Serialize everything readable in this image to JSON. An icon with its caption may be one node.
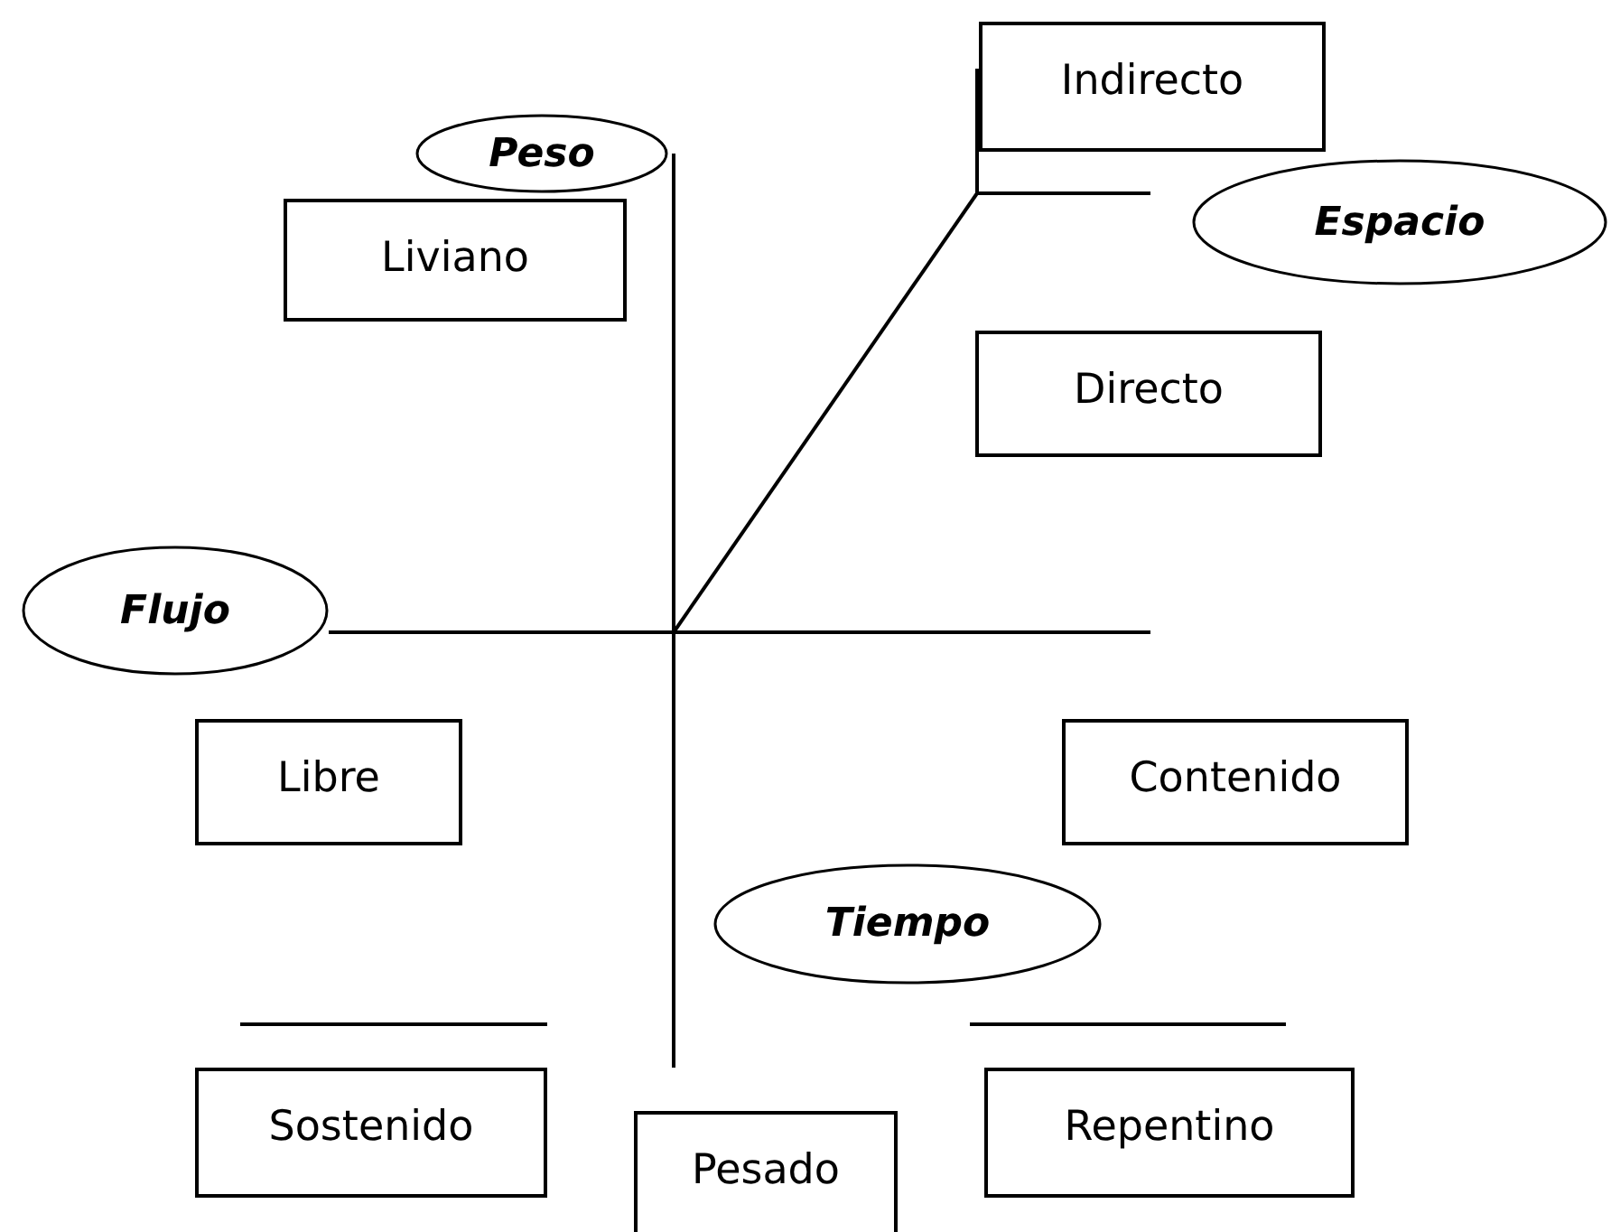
{
  "diagram": {
    "nodes": [
      {
        "text": [
          "Peso"
        ]
      },
      {
        "text": [
          "Indirecto"
        ]
      },
      {
        "text": [
          "Espacio"
        ]
      },
      {
        "text": [
          "Liviano"
        ]
      },
      {
        "text": [
          "Directo"
        ]
      },
      {
        "text": [
          "Flujo"
        ]
      },
      {
        "text": [
          "Libre"
        ]
      },
      {
        "text": [
          "Contenido"
        ]
      },
      {
        "text": [
          "Tiempo"
        ]
      },
      {
        "text": [
          "Sostenido"
        ]
      },
      {
        "text": [
          "Pesado"
        ]
      },
      {
        "text": [
          "Repentino"
        ]
      }
    ]
  }
}
